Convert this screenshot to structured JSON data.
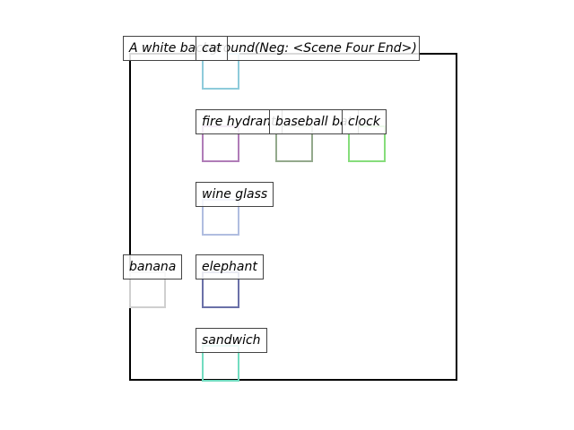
{
  "scene_label": "A white background(Neg: <Scene Four End>)",
  "objects": [
    {
      "id": "cat",
      "label": "cat",
      "color": "#8ecbdb"
    },
    {
      "id": "fire-hydrant",
      "label": "fire hydrant",
      "color": "#b07cb8"
    },
    {
      "id": "baseball-bat",
      "label": "baseball bat",
      "color": "#93a98c"
    },
    {
      "id": "clock",
      "label": "clock",
      "color": "#86dd7b"
    },
    {
      "id": "wine-glass",
      "label": "wine glass",
      "color": "#b0bde0"
    },
    {
      "id": "banana",
      "label": "banana",
      "color": "#cfcfcf"
    },
    {
      "id": "elephant",
      "label": "elephant",
      "color": "#6a70a8"
    },
    {
      "id": "sandwich",
      "label": "sandwich",
      "color": "#72dcc0"
    }
  ]
}
